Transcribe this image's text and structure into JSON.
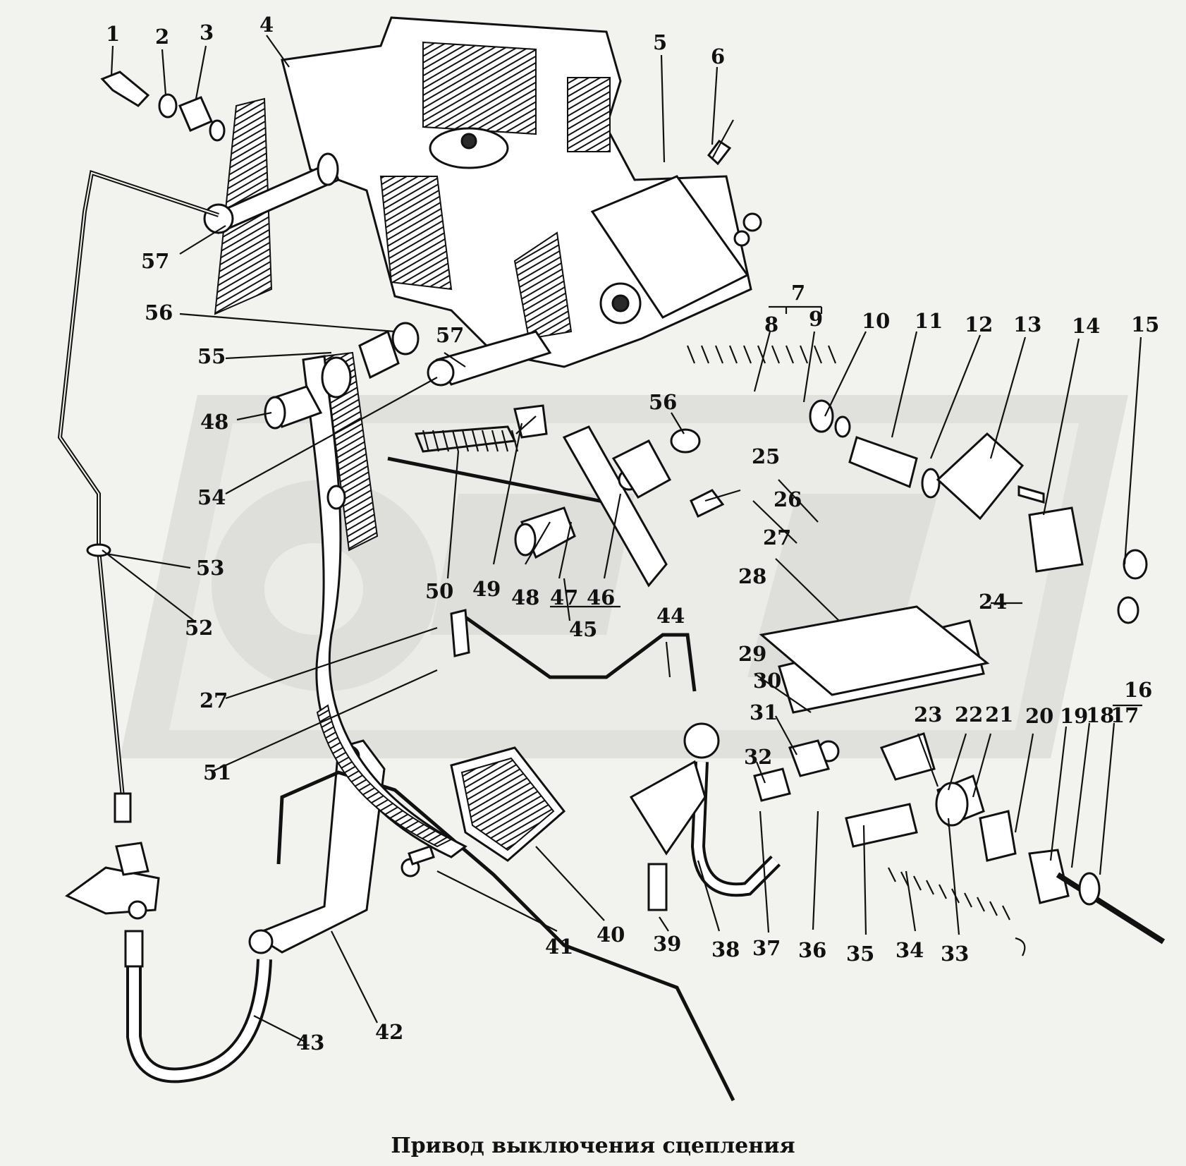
{
  "caption": "Привод выключения сцепления",
  "labels": [
    "1",
    "2",
    "3",
    "4",
    "5",
    "6",
    "7",
    "8",
    "9",
    "10",
    "11",
    "12",
    "13",
    "14",
    "15",
    "16",
    "17",
    "18",
    "19",
    "20",
    "21",
    "22",
    "23",
    "24",
    "25",
    "26",
    "27",
    "27",
    "28",
    "29",
    "30",
    "31",
    "32",
    "33",
    "34",
    "35",
    "36",
    "37",
    "38",
    "39",
    "40",
    "41",
    "42",
    "43",
    "44",
    "45",
    "46",
    "47",
    "48",
    "48",
    "49",
    "50",
    "51",
    "52",
    "53",
    "54",
    "55",
    "56",
    "56",
    "57",
    "57"
  ],
  "watermark": "ОРЕХ",
  "colors": {
    "ink": "#111111",
    "paper": "#f2f2ef",
    "watermark": "#d9d9d6"
  }
}
